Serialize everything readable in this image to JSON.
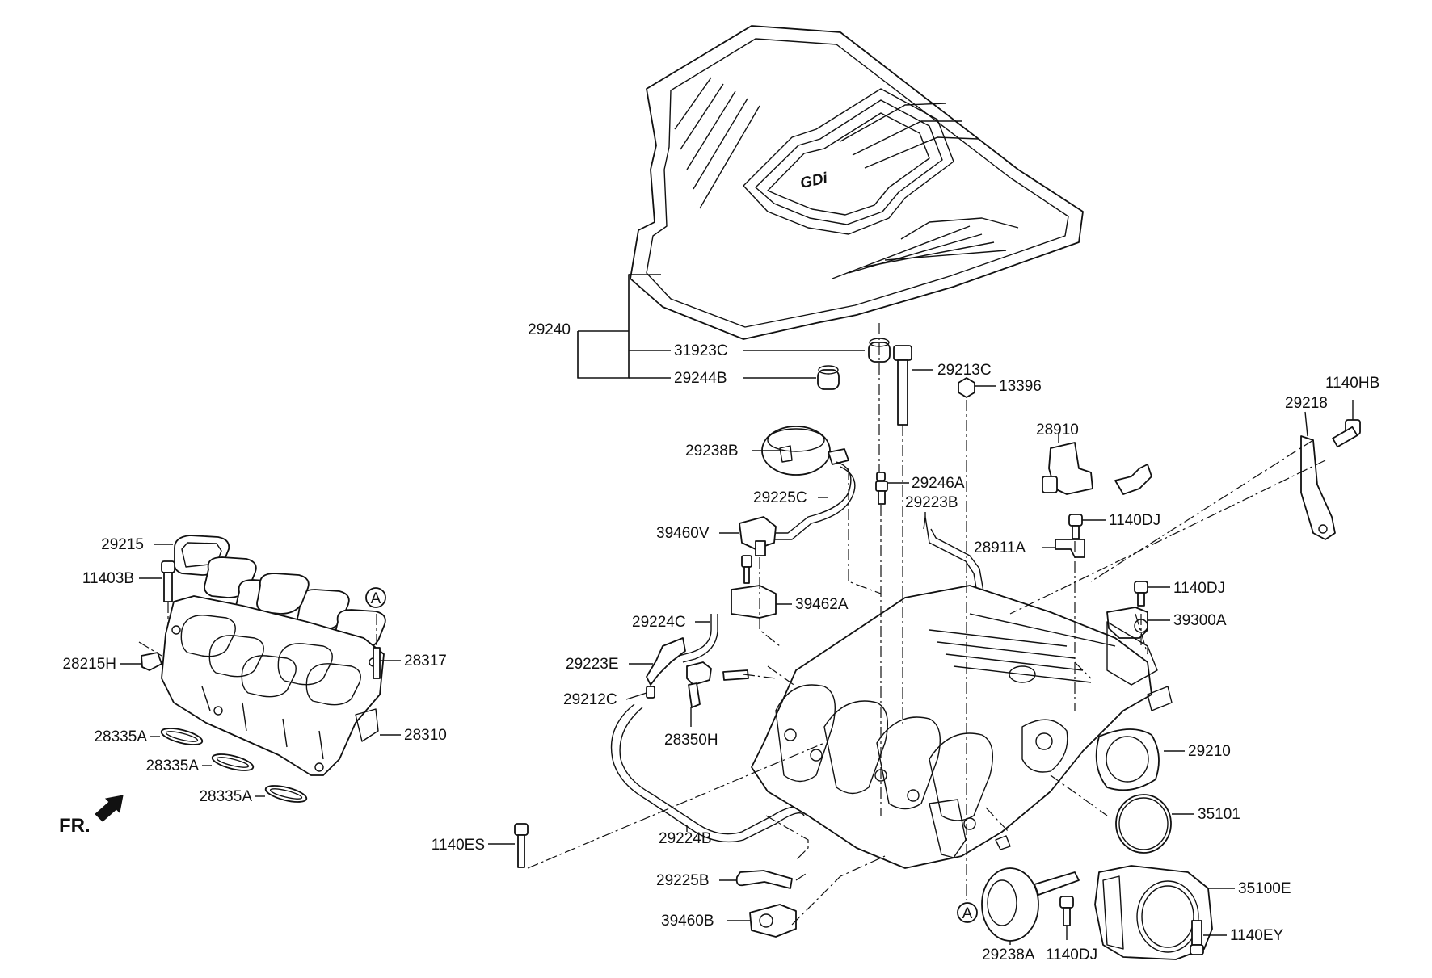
{
  "labels": {
    "l29240": "29240",
    "l31923C": "31923C",
    "l29244B": "29244B",
    "l29213C": "29213C",
    "l13396": "13396",
    "l1140HB": "1140HB",
    "l29218": "29218",
    "l28910": "28910",
    "l29238B": "29238B",
    "l29246A": "29246A",
    "l29225C": "29225C",
    "l29223B": "29223B",
    "l39460V": "39460V",
    "l1140DJ_a": "1140DJ",
    "l28911A": "28911A",
    "l1140DJ_b": "1140DJ",
    "l39462A": "39462A",
    "l39300A": "39300A",
    "l29224C": "29224C",
    "l29223E": "29223E",
    "l29212C": "29212C",
    "l28350H": "28350H",
    "l29210": "29210",
    "l35101": "35101",
    "l29224B": "29224B",
    "l1140ES": "1140ES",
    "l29225B": "29225B",
    "l39460B": "39460B",
    "l35100E": "35100E",
    "l1140EY": "1140EY",
    "l29238A": "29238A",
    "l1140DJ_c": "1140DJ",
    "l29215": "29215",
    "l11403B": "11403B",
    "l28215H": "28215H",
    "l28317": "28317",
    "l28310": "28310",
    "l28335A_1": "28335A",
    "l28335A_2": "28335A",
    "l28335A_3": "28335A",
    "ref_a_top": "A",
    "ref_a_bottom": "A",
    "fr_arrow": "FR.",
    "cover_logo": "GDi"
  }
}
